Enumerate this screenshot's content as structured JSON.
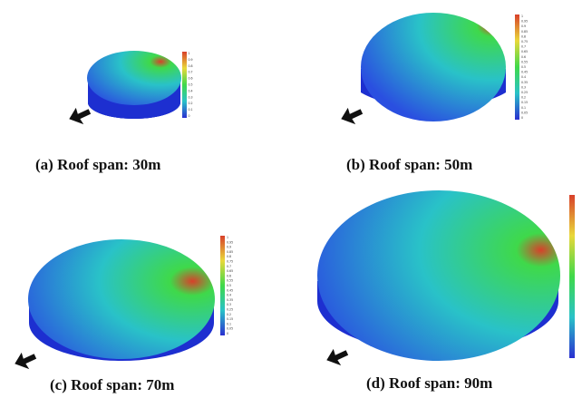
{
  "panels": [
    {
      "id": "a",
      "caption": "(a) Roof span: 30m",
      "colorbar_ticks": [
        "1",
        "0.9",
        "0.8",
        "0.7",
        "0.6",
        "0.5",
        "0.4",
        "0.3",
        "0.2",
        "0.1",
        "0"
      ]
    },
    {
      "id": "b",
      "caption": "(b) Roof span: 50m",
      "colorbar_ticks": [
        "1",
        "0.95",
        "0.9",
        "0.85",
        "0.8",
        "0.75",
        "0.7",
        "0.65",
        "0.6",
        "0.55",
        "0.5",
        "0.45",
        "0.4",
        "0.35",
        "0.3",
        "0.25",
        "0.2",
        "0.15",
        "0.1",
        "0.05",
        "0"
      ]
    },
    {
      "id": "c",
      "caption": "(c) Roof span: 70m",
      "colorbar_ticks": [
        "1",
        "0.95",
        "0.9",
        "0.85",
        "0.8",
        "0.75",
        "0.7",
        "0.65",
        "0.6",
        "0.55",
        "0.5",
        "0.45",
        "0.4",
        "0.35",
        "0.3",
        "0.25",
        "0.2",
        "0.15",
        "0.1",
        "0.05",
        "0"
      ]
    },
    {
      "id": "d",
      "caption": "(d) Roof span: 90m",
      "colorbar_ticks": []
    }
  ],
  "colors": {
    "wall": "#1d2fd0",
    "roof_low": "#2a4fe0",
    "roof_mid": "#29c2c8",
    "roof_high": "#3fd94a",
    "roof_peak": "#d8402a",
    "arrow": "#111111"
  }
}
